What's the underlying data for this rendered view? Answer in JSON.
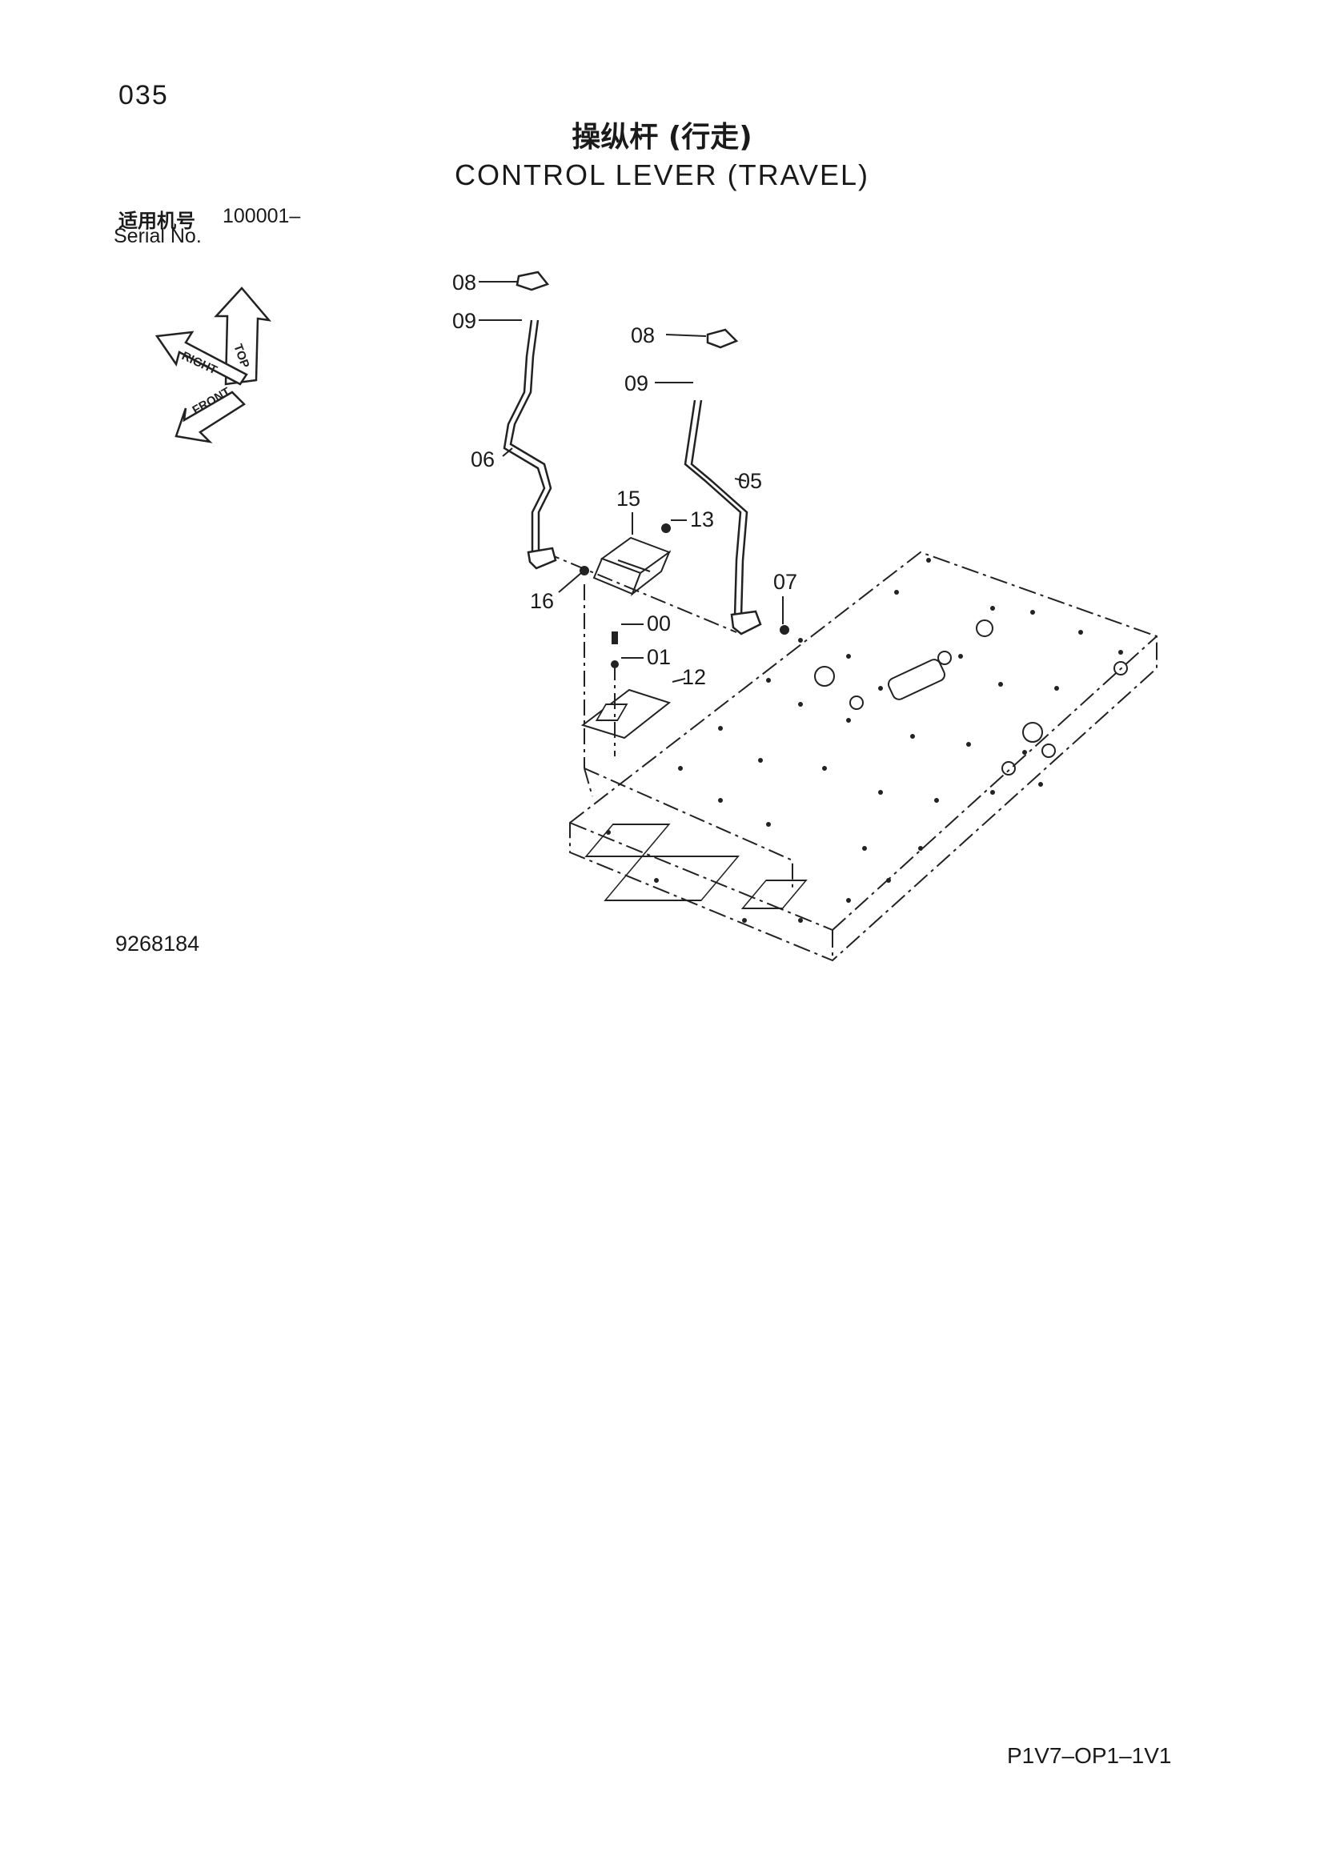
{
  "header": {
    "page_number": "035",
    "title_cn": "操纵杆 (行走)",
    "title_en": "CONTROL LEVER (TRAVEL)",
    "serial_label_cn": "适用机号",
    "serial_range": "100001–",
    "serial_label_en": "Serial No."
  },
  "orientation": {
    "labels": [
      "TOP",
      "RIGHT",
      "FRONT"
    ]
  },
  "callouts": [
    "08",
    "09",
    "08",
    "09",
    "06",
    "05",
    "15",
    "13",
    "07",
    "16",
    "00",
    "01",
    "12"
  ],
  "footer": {
    "drawing_code": "9268184",
    "page_code": "P1V7–OP1–1V1"
  }
}
